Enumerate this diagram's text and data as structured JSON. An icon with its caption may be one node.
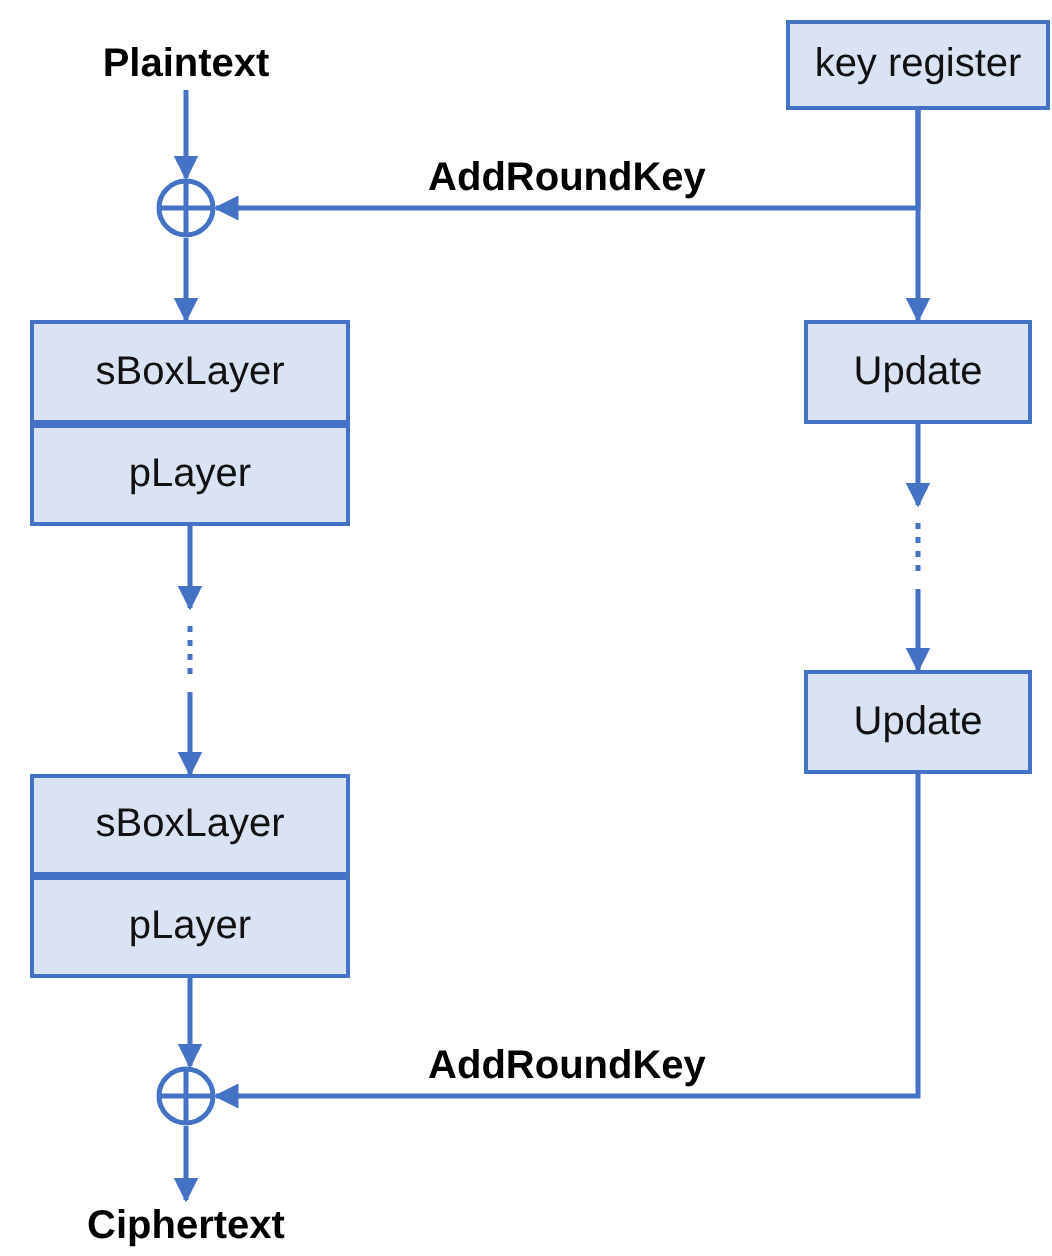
{
  "diagram": {
    "nodes": [
      {
        "text": [
          "Plaintext"
        ]
      },
      {
        "text": [],
        "shape": "circle"
      },
      {
        "text": [
          "sBoxLayer"
        ]
      },
      {
        "text": [
          "pLayer"
        ]
      },
      {
        "text": [
          "sBoxLayer"
        ]
      },
      {
        "text": [
          "pLayer"
        ]
      },
      {
        "text": [],
        "shape": "circle"
      },
      {
        "text": [
          "Ciphertext"
        ]
      },
      {
        "text": [
          "key register"
        ]
      },
      {
        "text": [
          "Update"
        ]
      },
      {
        "text": [
          "Update"
        ]
      }
    ],
    "edges": [
      {
        "from": 0,
        "to": 1,
        "arrow": "to"
      },
      {
        "from": 1,
        "to": 2,
        "arrow": "to"
      },
      {
        "from": 3,
        "to": 4,
        "arrow": "to",
        "style": "dashed"
      },
      {
        "from": 5,
        "to": 6,
        "arrow": "to"
      },
      {
        "from": 6,
        "to": 7,
        "arrow": "to"
      },
      {
        "from": 8,
        "to": 1,
        "arrow": "to",
        "label": "AddRoundKey"
      },
      {
        "from": 8,
        "to": 9,
        "arrow": "to"
      },
      {
        "from": 9,
        "to": 10,
        "arrow": "to",
        "style": "dashed"
      },
      {
        "from": 10,
        "to": 6,
        "arrow": "to",
        "label": "AddRoundKey"
      }
    ]
  }
}
